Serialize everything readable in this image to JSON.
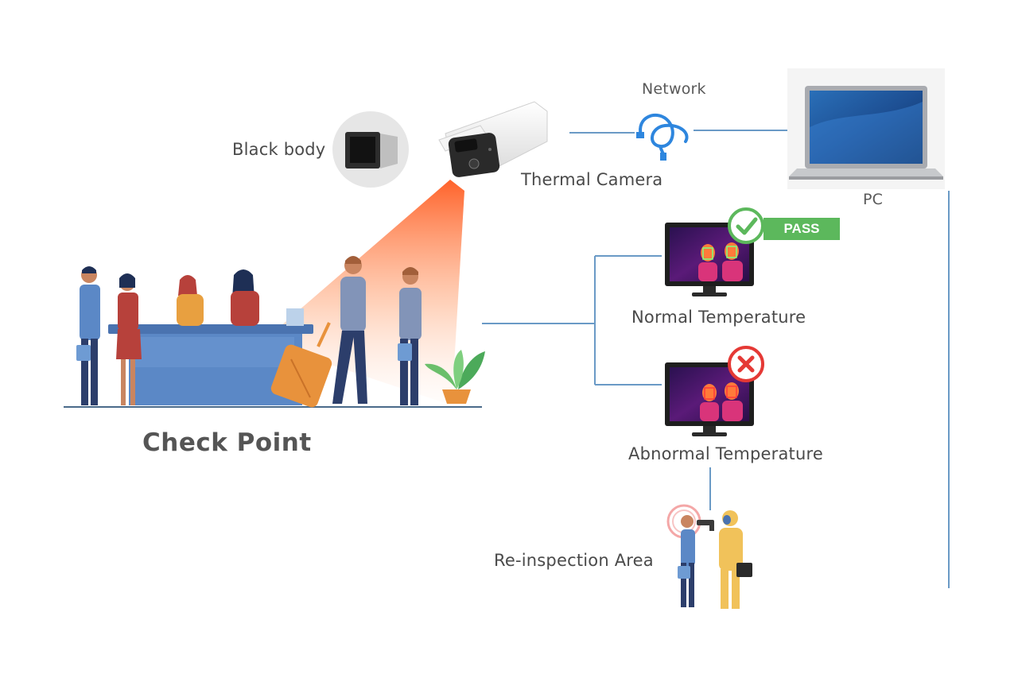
{
  "labels": {
    "black_body": "Black body",
    "thermal_camera": "Thermal Camera",
    "network": "Network",
    "pc": "PC",
    "pass": "PASS",
    "normal_temperature": "Normal Temperature",
    "abnormal_temperature": "Abnormal Temperature",
    "check_point": "Check Point",
    "reinspection_area": "Re-inspection Area"
  },
  "icons": [
    "black-body-icon",
    "thermal-camera-icon",
    "network-cable-icon",
    "laptop-icon",
    "monitor-icon",
    "check-icon",
    "cross-icon",
    "person-icon",
    "suitcase-icon",
    "plant-icon",
    "thermometer-gun-icon"
  ],
  "colors": {
    "line": "#6a9ac6",
    "beam": "#ff6a2b",
    "pass": "#5cb85c",
    "fail": "#e53935",
    "text": "#4a4a4a"
  }
}
